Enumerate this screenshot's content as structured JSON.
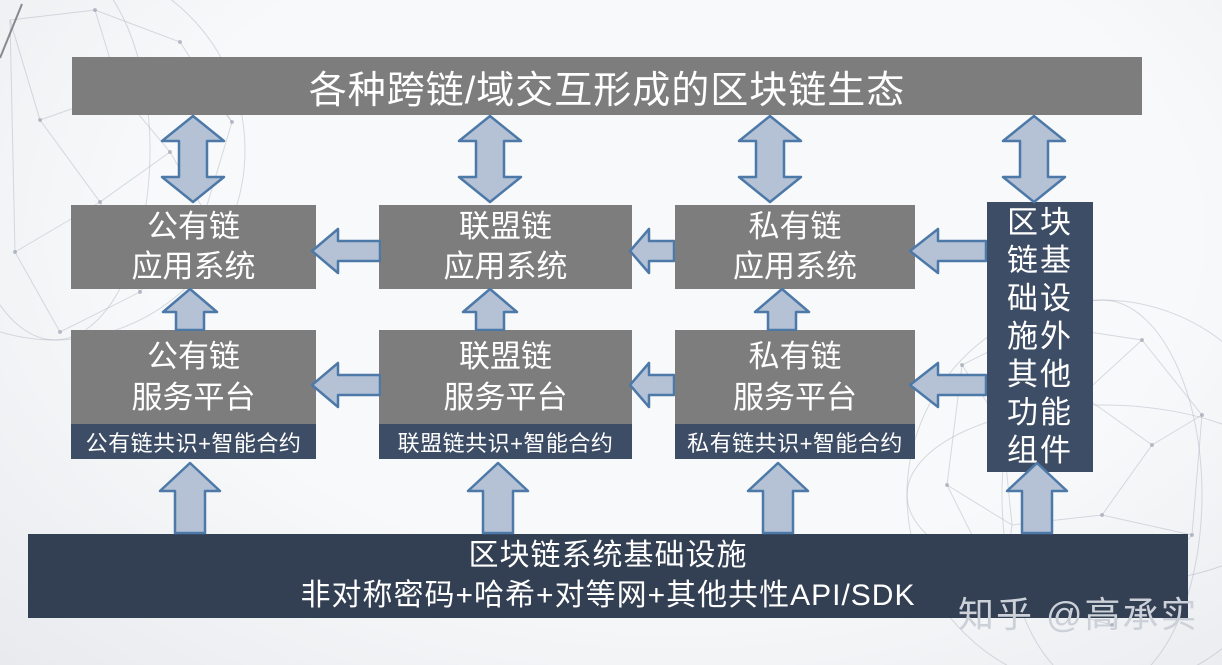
{
  "colors": {
    "box_gray": "#7d7d7d",
    "navy": "#3e4d66",
    "bar_navy": "#333f52",
    "arrow_fill": "#b5c2d6",
    "arrow_stroke": "#4d79a8",
    "text_white": "#ffffff",
    "watermark": "#ccd1d9"
  },
  "top_banner": {
    "text": "各种跨链/域交互形成的区块链生态"
  },
  "columns": [
    {
      "app": {
        "line1": "公有链",
        "line2": "应用系统"
      },
      "platform": {
        "line1": "公有链",
        "line2": "服务平台"
      },
      "footer": "公有链共识+智能合约"
    },
    {
      "app": {
        "line1": "联盟链",
        "line2": "应用系统"
      },
      "platform": {
        "line1": "联盟链",
        "line2": "服务平台"
      },
      "footer": "联盟链共识+智能合约"
    },
    {
      "app": {
        "line1": "私有链",
        "line2": "应用系统"
      },
      "platform": {
        "line1": "私有链",
        "line2": "服务平台"
      },
      "footer": "私有链共识+智能合约"
    }
  ],
  "right_column": {
    "full_text": "区块链基础设施外其他功能组件",
    "lines": [
      "区块",
      "链基",
      "础设",
      "施外",
      "其他",
      "功能",
      "组件"
    ]
  },
  "bottom_bar": {
    "line1": "区块链系统基础设施",
    "line2": "非对称密码+哈希+对等网+其他共性API/SDK"
  },
  "watermark": {
    "text": "知乎 @高承实"
  }
}
